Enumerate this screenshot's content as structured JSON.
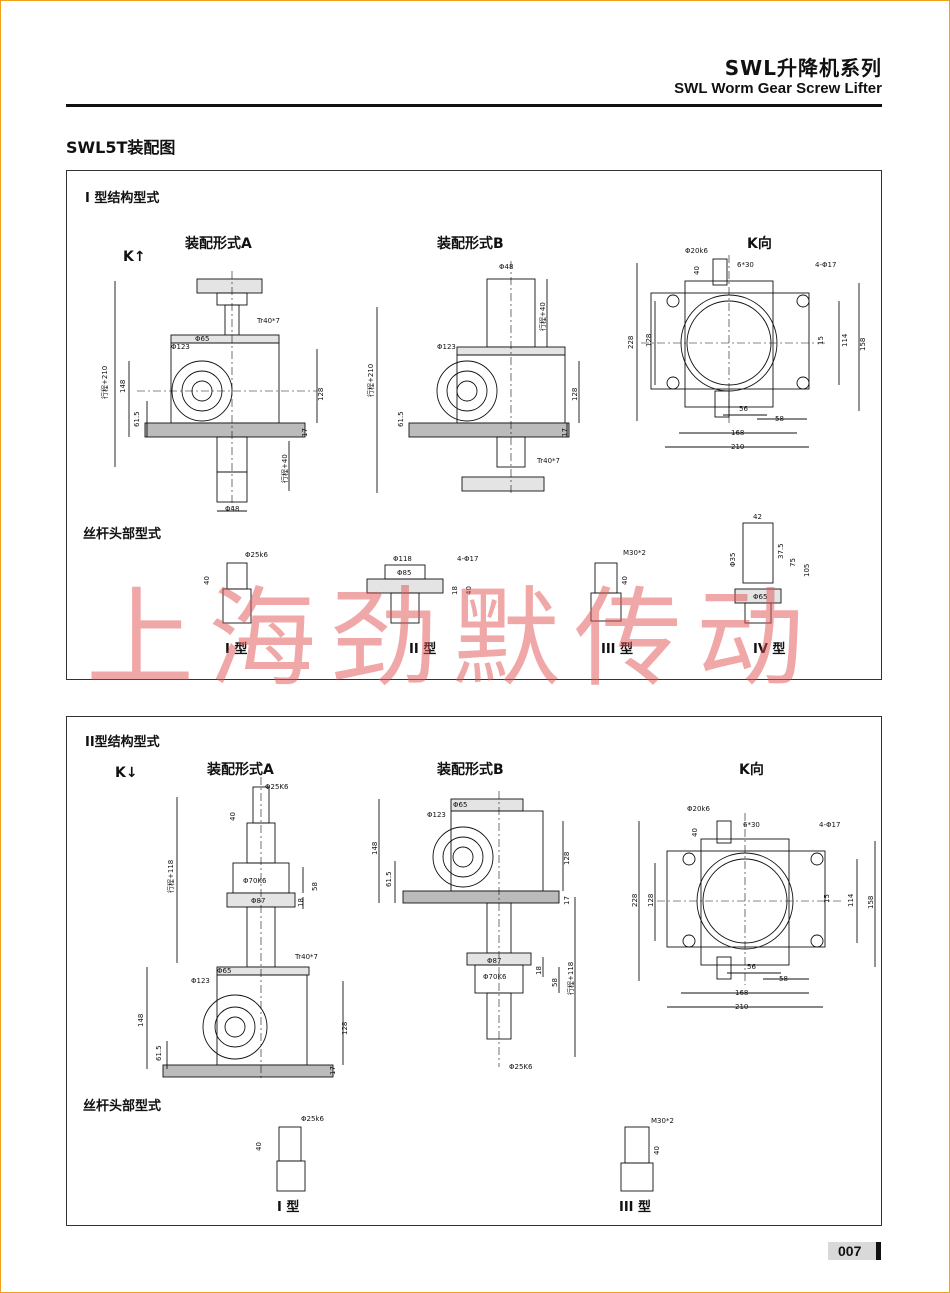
{
  "header": {
    "title_cn": "SWL升降机系列",
    "title_en": "SWL Worm  Gear Screw Lifter"
  },
  "section_title": "SWL5T装配图",
  "watermark": "上海劲默传动",
  "page_number": "007",
  "panel1": {
    "title": "I 型结构型式",
    "view_a": "装配形式A",
    "view_b": "装配形式B",
    "view_k": "K向",
    "k_arrow": "K↑",
    "head_title": "丝杆头部型式",
    "types": [
      "I 型",
      "II 型",
      "III 型",
      "IV 型"
    ],
    "dims_a": [
      "Tr40*7",
      "Φ65",
      "Φ123",
      "行程+210",
      "148",
      "61.5",
      "128",
      "17",
      "行程+40",
      "Φ48"
    ],
    "dims_b": [
      "Φ48",
      "行程+40",
      "Φ123",
      "行程+210",
      "61.5",
      "128",
      "17",
      "Tr40*7"
    ],
    "dims_k": [
      "Φ20k6",
      "6*30",
      "4-Φ17",
      "40",
      "228",
      "128",
      "15",
      "114",
      "158",
      "56",
      "58",
      "168",
      "210"
    ],
    "dims_heads": [
      "Φ25k6",
      "40",
      "Φ118",
      "Φ85",
      "4-Φ17",
      "18",
      "40",
      "M30*2",
      "40",
      "42",
      "Φ35",
      "37.5",
      "75",
      "105",
      "Φ65"
    ]
  },
  "panel2": {
    "title": "II型结构型式",
    "view_a": "装配形式A",
    "view_b": "装配形式B",
    "view_k": "K向",
    "k_arrow": "K↓",
    "head_title": "丝杆头部型式",
    "types": [
      "I 型",
      "III 型"
    ],
    "dims_a": [
      "Φ25K6",
      "40",
      "Φ70K6",
      "58",
      "Φ87",
      "18",
      "行程+118",
      "Tr40*7",
      "Φ65",
      "Φ123",
      "148",
      "61.5",
      "128",
      "17"
    ],
    "dims_b": [
      "Φ65",
      "Φ123",
      "148",
      "61.5",
      "128",
      "17",
      "Φ87",
      "Φ70K6",
      "18",
      "58",
      "行程+118",
      "Φ25K6"
    ],
    "dims_k": [
      "Φ20k6",
      "6*30",
      "4-Φ17",
      "40",
      "228",
      "128",
      "15",
      "114",
      "158",
      "56",
      "58",
      "168",
      "210"
    ],
    "dims_heads": [
      "Φ25k6",
      "40",
      "M30*2",
      "40"
    ]
  }
}
